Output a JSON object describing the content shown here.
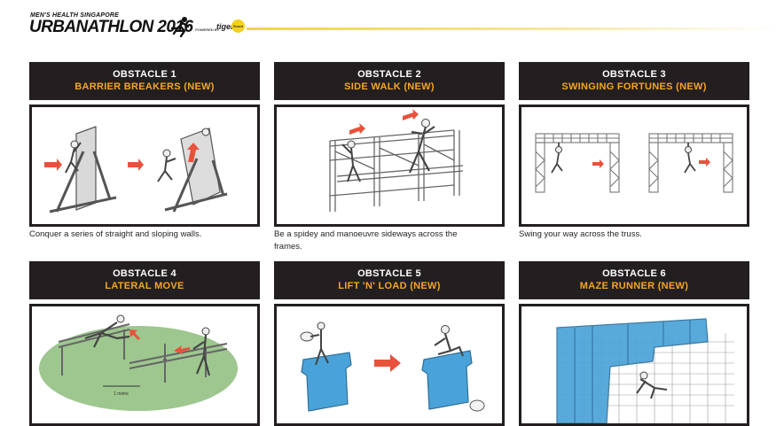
{
  "header": {
    "brand_top": "MEN'S HEALTH SINGAPORE",
    "brand_main": "URBANATHLON 2016",
    "powered_by": "POWERED BY",
    "sponsor": "tigerair",
    "sponsor_badge": "Scoot"
  },
  "colors": {
    "card_header_bg": "#231f20",
    "card_number_text": "#ffffff",
    "card_title_text": "#f5a623",
    "arrow": "#e8513c",
    "structure_blue": "#4aa3d8",
    "grass": "#7cb46a"
  },
  "obstacles": [
    {
      "number": "OBSTACLE 1",
      "title": "BARRIER BREAKERS (NEW)",
      "description": "Conquer a series of straight and sloping walls."
    },
    {
      "number": "OBSTACLE 2",
      "title": "SIDE WALK (NEW)",
      "description": "Be a spidey and manoeuvre sideways across the frames."
    },
    {
      "number": "OBSTACLE 3",
      "title": "SWINGING FORTUNES (NEW)",
      "description": "Swing your way across the truss."
    },
    {
      "number": "OBSTACLE 4",
      "title": "LATERAL MOVE",
      "description": ""
    },
    {
      "number": "OBSTACLE 5",
      "title": "LIFT 'N' LOAD (NEW)",
      "description": ""
    },
    {
      "number": "OBSTACLE 6",
      "title": "MAZE RUNNER (NEW)",
      "description": ""
    }
  ],
  "illustration_labels": {
    "lateral_move_measure": "1 metre"
  }
}
